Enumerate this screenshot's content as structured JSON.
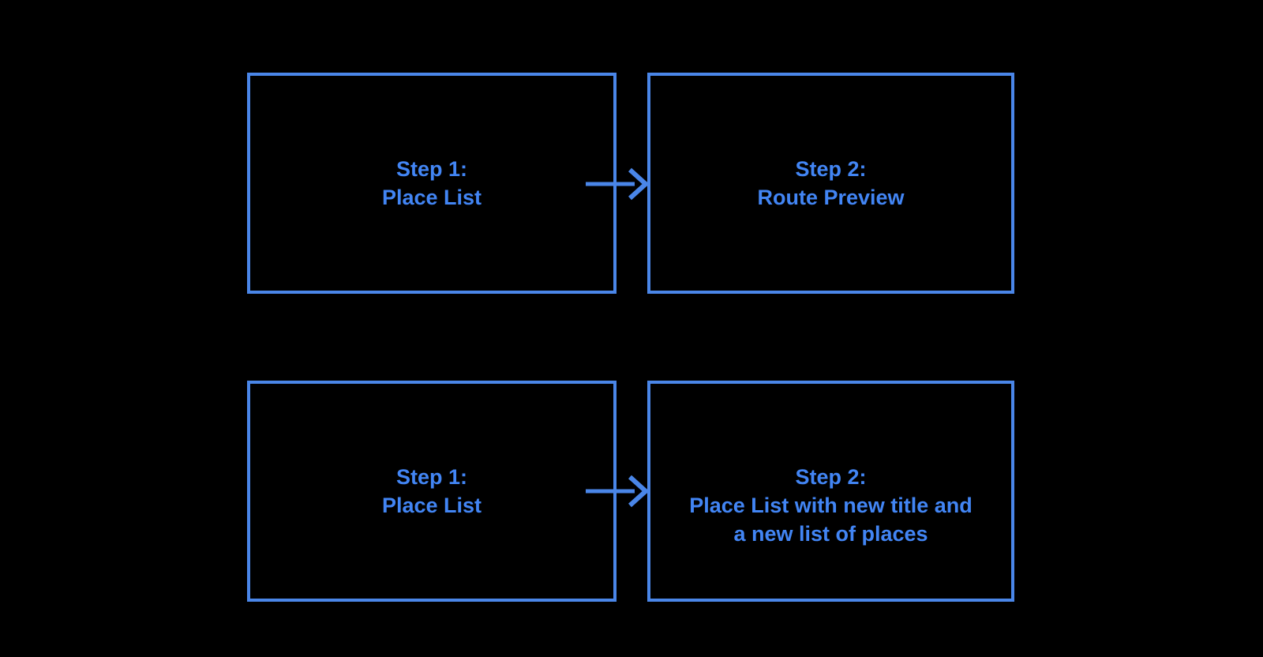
{
  "colors": {
    "background": "#000000",
    "shape_stroke": "#4A86E8",
    "shape_text": "#4285F4"
  },
  "icons": {
    "flow_arrow": "right-arrow"
  },
  "rows": [
    {
      "source": {
        "lines": [
          "Step 1:",
          "Place List"
        ]
      },
      "target": {
        "lines": [
          "Step 2:",
          "Route Preview"
        ]
      }
    },
    {
      "source": {
        "lines": [
          "Step 1:",
          "Place List"
        ]
      },
      "target": {
        "lines": [
          "Step 2:",
          "Place List with new title and",
          "a new list of places"
        ]
      }
    }
  ]
}
